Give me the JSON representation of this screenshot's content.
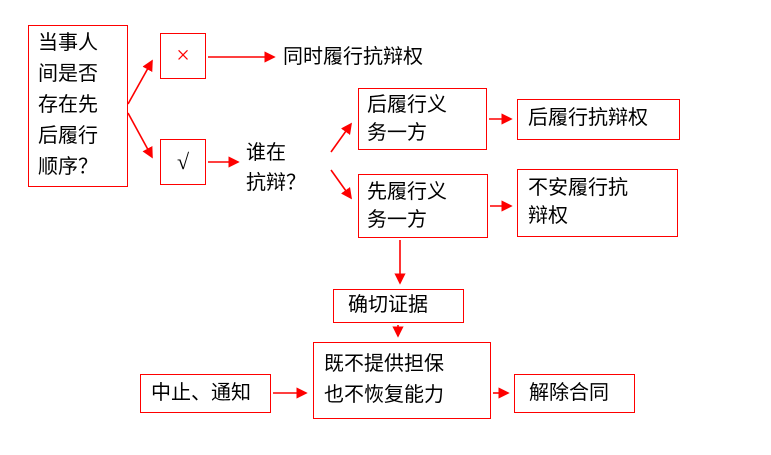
{
  "colors": {
    "accent": "#fe0000",
    "text": "#000000",
    "background": "#ffffff"
  },
  "flowchart": {
    "title_implied": "",
    "root_question": "当事人\n间是否\n存在先\n后履行\n顺序？",
    "mark_no": "×",
    "mark_yes": "√",
    "simultaneous_defense": "同时履行抗辩权",
    "who_question": "谁在\n抗辩？",
    "later_party": "后履行义\n务一方",
    "first_party": "先履行义\n务一方",
    "later_defense": "后履行抗辩权",
    "insecurity_defense": "不安履行抗\n辩权",
    "evidence": "确切证据",
    "no_guarantee_no_recovery": "既不提供担保\n也不恢复能力",
    "suspend_notify": "中止、通知",
    "terminate_contract": "解除合同"
  }
}
